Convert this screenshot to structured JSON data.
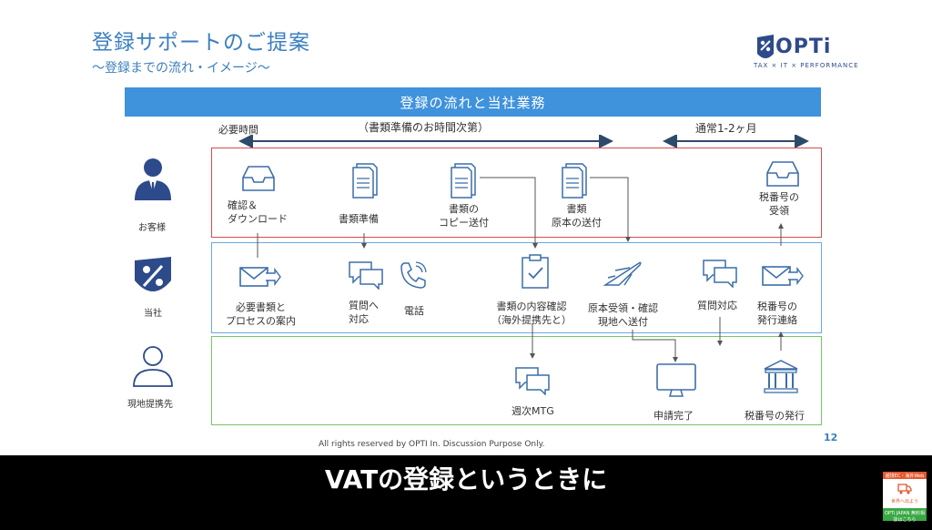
{
  "slide": {
    "title": "登録サポートのご提案",
    "subtitle": "〜登録までの流れ・イメージ〜",
    "banner": "登録の流れと当社業務",
    "logo_text": "OPTi",
    "logo_tag": "TAX × IT × PERFORMANCE",
    "footer": "All rights reserved by OPTI In. Discussion Purpose Only.",
    "page_number": "12"
  },
  "timeline": {
    "label": "必要時間",
    "doc_prep": "（書類準備のお時間次第）",
    "normal": "通常1-2ヶ月"
  },
  "actors": {
    "customer": "お客様",
    "company": "当社",
    "partner": "現地提携先"
  },
  "customer_steps": {
    "confirm_line1": "確認＆",
    "confirm_line2": "ダウンロード",
    "prepare": "書類準備",
    "copy_line1": "書類の",
    "copy_line2": "コピー送付",
    "original_line1": "書類",
    "original_line2": "原本の送付",
    "receive_line1": "税番号の",
    "receive_line2": "受領"
  },
  "company_steps": {
    "guide_line1": "必要書類と",
    "guide_line2": "プロセスの案内",
    "qa_line1": "質問へ",
    "qa_line2": "対応",
    "phone": "電話",
    "check_line1": "書類の内容確認",
    "check_line2": "（海外提携先と）",
    "orig_line1": "原本受領・確認",
    "orig_line2": "現地へ送付",
    "qa2": "質問対応",
    "notify_line1": "税番号の",
    "notify_line2": "発行連絡"
  },
  "partner_steps": {
    "mtg": "週次MTG",
    "apply": "申請完了",
    "issue": "税番号の発行"
  },
  "caption": "VATの登録というときに",
  "corner": {
    "top": "越境EC・海外Web",
    "mid": "世界へ出よう",
    "bottom": "OPTi JAPAN 無料相談はこちら"
  },
  "colors": {
    "accent": "#3f92dc",
    "customer_lane": "#d84b4b",
    "company_lane": "#6aa8e0",
    "partner_lane": "#77c46a",
    "icon": "#3b6ea8"
  }
}
